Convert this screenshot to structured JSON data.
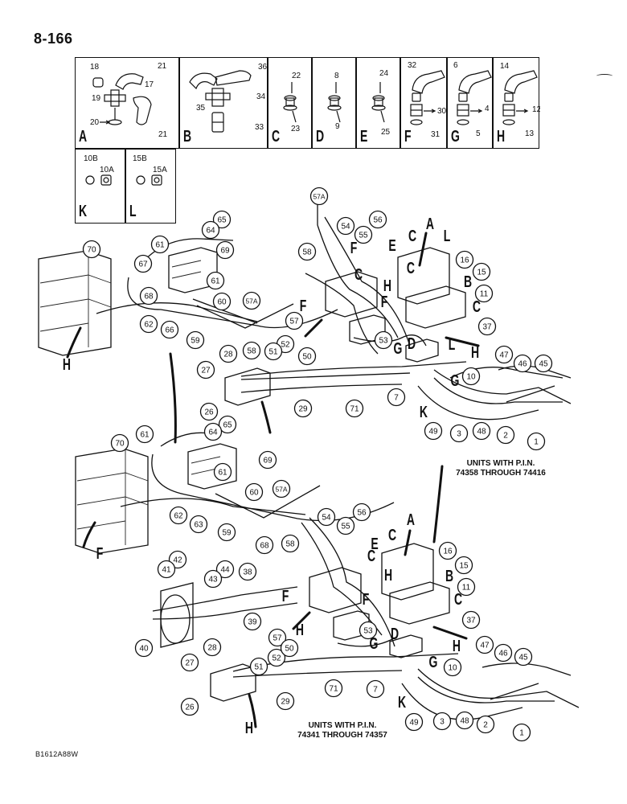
{
  "page_number": "8-166",
  "figure_code": "B1612A88W",
  "notes": {
    "top": [
      "UNITS WITH P.I.N.",
      "74358 THROUGH 74416"
    ],
    "bottom": [
      "UNITS WITH P.I.N.",
      "74341 THROUGH 74357"
    ]
  },
  "kits": [
    {
      "letter": "A",
      "parts": [
        "18",
        "21",
        "17",
        "19",
        "20",
        "21"
      ]
    },
    {
      "letter": "B",
      "parts": [
        "36",
        "34",
        "35",
        "33"
      ]
    },
    {
      "letter": "C",
      "parts": [
        "22",
        "23"
      ]
    },
    {
      "letter": "D",
      "parts": [
        "8",
        "9"
      ]
    },
    {
      "letter": "E",
      "parts": [
        "24",
        "25"
      ]
    },
    {
      "letter": "F",
      "parts": [
        "32",
        "30",
        "31"
      ]
    },
    {
      "letter": "G",
      "parts": [
        "6",
        "4",
        "5"
      ]
    },
    {
      "letter": "H",
      "parts": [
        "14",
        "12",
        "13"
      ]
    },
    {
      "letter": "K",
      "parts": [
        "10B",
        "10A"
      ]
    },
    {
      "letter": "L",
      "parts": [
        "15B",
        "15A"
      ]
    }
  ],
  "callouts_top": [
    "57A",
    "54",
    "56",
    "58",
    "55",
    "65",
    "64",
    "61",
    "67",
    "69",
    "70",
    "68",
    "61",
    "60",
    "57A",
    "62",
    "66",
    "59",
    "58",
    "57",
    "52",
    "51",
    "50",
    "53",
    "16",
    "15",
    "11",
    "37",
    "10",
    "28",
    "27",
    "26",
    "29",
    "71",
    "7",
    "49",
    "3",
    "48",
    "2",
    "47",
    "46",
    "45",
    "1"
  ],
  "letters_top": [
    "A",
    "C",
    "L",
    "E",
    "C",
    "F",
    "H",
    "F",
    "C",
    "B",
    "C",
    "L",
    "H",
    "G",
    "D",
    "G",
    "K",
    "F",
    "H"
  ],
  "callouts_bottom": [
    "61",
    "65",
    "64",
    "70",
    "69",
    "61",
    "60",
    "57A",
    "62",
    "63",
    "59",
    "54",
    "56",
    "68",
    "58",
    "55",
    "42",
    "41",
    "44",
    "43",
    "38",
    "40",
    "39",
    "57",
    "51",
    "52",
    "50",
    "53",
    "16",
    "15",
    "11",
    "37",
    "10",
    "28",
    "27",
    "26",
    "29",
    "71",
    "7",
    "49",
    "3",
    "48",
    "2",
    "47",
    "46",
    "45",
    "1"
  ],
  "letters_bottom": [
    "A",
    "C",
    "E",
    "F",
    "H",
    "F",
    "C",
    "B",
    "C",
    "H",
    "G",
    "D",
    "G",
    "K",
    "F",
    "H",
    "H"
  ]
}
